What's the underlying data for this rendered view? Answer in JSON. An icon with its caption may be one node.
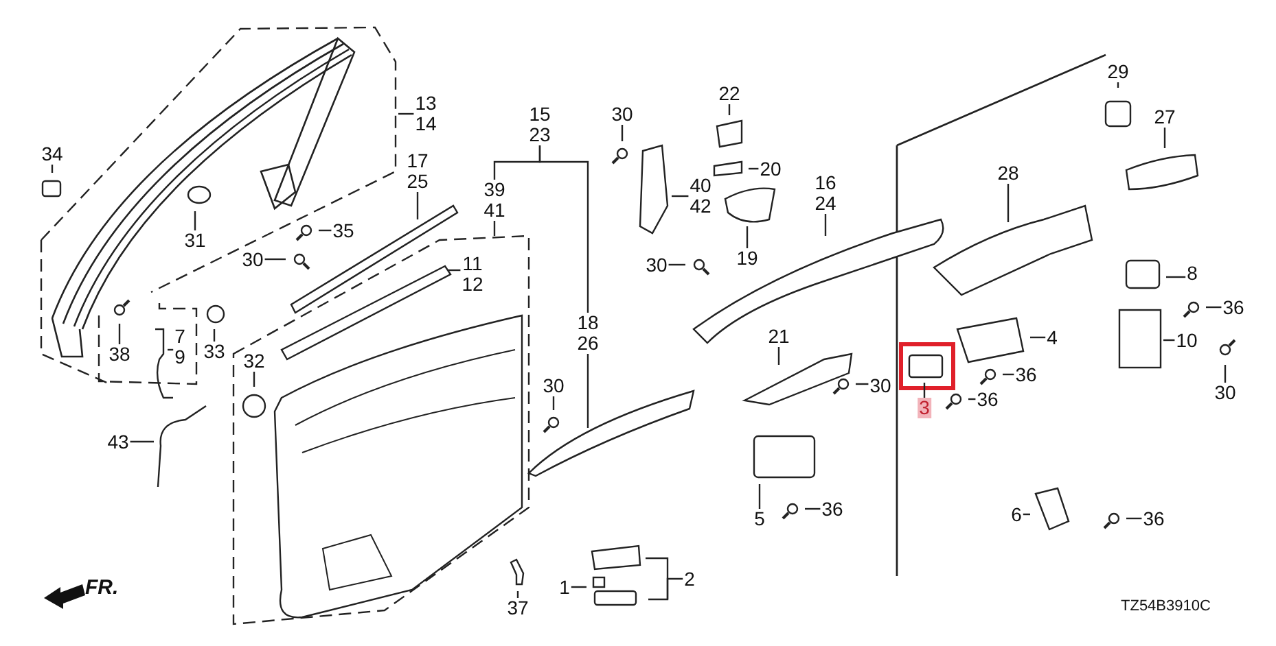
{
  "diagram": {
    "nodes": [
      {
        "text": [
          "34"
        ]
      },
      {
        "text": [
          "13",
          "14"
        ]
      },
      {
        "text": [
          "31"
        ]
      },
      {
        "text": [
          "35"
        ]
      },
      {
        "text": [
          "30"
        ]
      },
      {
        "text": [
          "17",
          "25"
        ]
      },
      {
        "text": [
          "15",
          "23"
        ]
      },
      {
        "text": [
          "39",
          "41"
        ]
      },
      {
        "text": [
          "18",
          "26"
        ]
      },
      {
        "text": [
          "11",
          "12"
        ]
      },
      {
        "text": [
          "7",
          "9"
        ]
      },
      {
        "text": [
          "38"
        ]
      },
      {
        "text": [
          "33"
        ]
      },
      {
        "text": [
          "32"
        ]
      },
      {
        "text": [
          "43"
        ]
      },
      {
        "text": [
          "30"
        ]
      },
      {
        "text": [
          "22"
        ]
      },
      {
        "text": [
          "20"
        ]
      },
      {
        "text": [
          "40",
          "42"
        ]
      },
      {
        "text": [
          "16",
          "24"
        ]
      },
      {
        "text": [
          "19"
        ]
      },
      {
        "text": [
          "30"
        ]
      },
      {
        "text": [
          "30"
        ]
      },
      {
        "text": [
          "21"
        ]
      },
      {
        "text": [
          "30"
        ]
      },
      {
        "text": [
          "5"
        ]
      },
      {
        "text": [
          "36"
        ]
      },
      {
        "text": [
          "37"
        ]
      },
      {
        "text": [
          "1"
        ]
      },
      {
        "text": [
          "2"
        ]
      },
      {
        "text": [
          "28"
        ]
      },
      {
        "text": [
          "29"
        ]
      },
      {
        "text": [
          "27"
        ]
      },
      {
        "text": [
          "8"
        ]
      },
      {
        "text": [
          "36"
        ]
      },
      {
        "text": [
          "10"
        ]
      },
      {
        "text": [
          "30"
        ]
      },
      {
        "text": [
          "4"
        ]
      },
      {
        "text": [
          "36"
        ]
      },
      {
        "text": [
          "36"
        ]
      },
      {
        "text": [
          "3"
        ]
      },
      {
        "text": [
          "6"
        ]
      },
      {
        "text": [
          "36"
        ]
      }
    ],
    "edges": [
      {
        "from": 0,
        "to": null,
        "arrow": "none"
      },
      {
        "from": 1,
        "to": null,
        "arrow": "none"
      },
      {
        "from": 2,
        "to": null,
        "arrow": "none"
      },
      {
        "from": 3,
        "to": null,
        "arrow": "none"
      },
      {
        "from": 4,
        "to": null,
        "arrow": "none"
      },
      {
        "from": 5,
        "to": null,
        "arrow": "none"
      },
      {
        "from": 6,
        "to": 7,
        "arrow": "none"
      },
      {
        "from": 6,
        "to": 8,
        "arrow": "none"
      },
      {
        "from": 7,
        "to": null,
        "arrow": "none"
      },
      {
        "from": 8,
        "to": null,
        "arrow": "none"
      },
      {
        "from": 9,
        "to": null,
        "arrow": "none"
      },
      {
        "from": 10,
        "to": null,
        "arrow": "none"
      },
      {
        "from": 11,
        "to": null,
        "arrow": "none"
      },
      {
        "from": 12,
        "to": null,
        "arrow": "none"
      },
      {
        "from": 13,
        "to": null,
        "arrow": "none"
      },
      {
        "from": 14,
        "to": null,
        "arrow": "none"
      },
      {
        "from": 15,
        "to": null,
        "arrow": "none"
      },
      {
        "from": 16,
        "to": null,
        "arrow": "none"
      },
      {
        "from": 17,
        "to": null,
        "arrow": "none"
      },
      {
        "from": 18,
        "to": null,
        "arrow": "none"
      },
      {
        "from": 19,
        "to": null,
        "arrow": "none"
      },
      {
        "from": 20,
        "to": null,
        "arrow": "none"
      },
      {
        "from": 21,
        "to": null,
        "arrow": "none"
      },
      {
        "from": 22,
        "to": null,
        "arrow": "none"
      },
      {
        "from": 23,
        "to": null,
        "arrow": "none"
      },
      {
        "from": 24,
        "to": null,
        "arrow": "none"
      },
      {
        "from": 25,
        "to": null,
        "arrow": "none"
      },
      {
        "from": 26,
        "to": null,
        "arrow": "none"
      },
      {
        "from": 27,
        "to": null,
        "arrow": "none"
      },
      {
        "from": 28,
        "to": null,
        "arrow": "none"
      },
      {
        "from": 29,
        "to": null,
        "arrow": "none"
      },
      {
        "from": 30,
        "to": null,
        "arrow": "none"
      },
      {
        "from": 31,
        "to": null,
        "arrow": "none"
      },
      {
        "from": 32,
        "to": null,
        "arrow": "none"
      },
      {
        "from": 33,
        "to": null,
        "arrow": "none"
      },
      {
        "from": 34,
        "to": null,
        "arrow": "none"
      },
      {
        "from": 35,
        "to": null,
        "arrow": "none"
      },
      {
        "from": 36,
        "to": null,
        "arrow": "none"
      },
      {
        "from": 37,
        "to": null,
        "arrow": "none"
      },
      {
        "from": 38,
        "to": null,
        "arrow": "none"
      },
      {
        "from": 39,
        "to": null,
        "arrow": "none"
      },
      {
        "from": 40,
        "to": null,
        "arrow": "none"
      },
      {
        "from": 41,
        "to": null,
        "arrow": "none"
      },
      {
        "from": 42,
        "to": null,
        "arrow": "none"
      }
    ],
    "labels": [
      "FR.",
      "TZ54B3910C"
    ]
  }
}
